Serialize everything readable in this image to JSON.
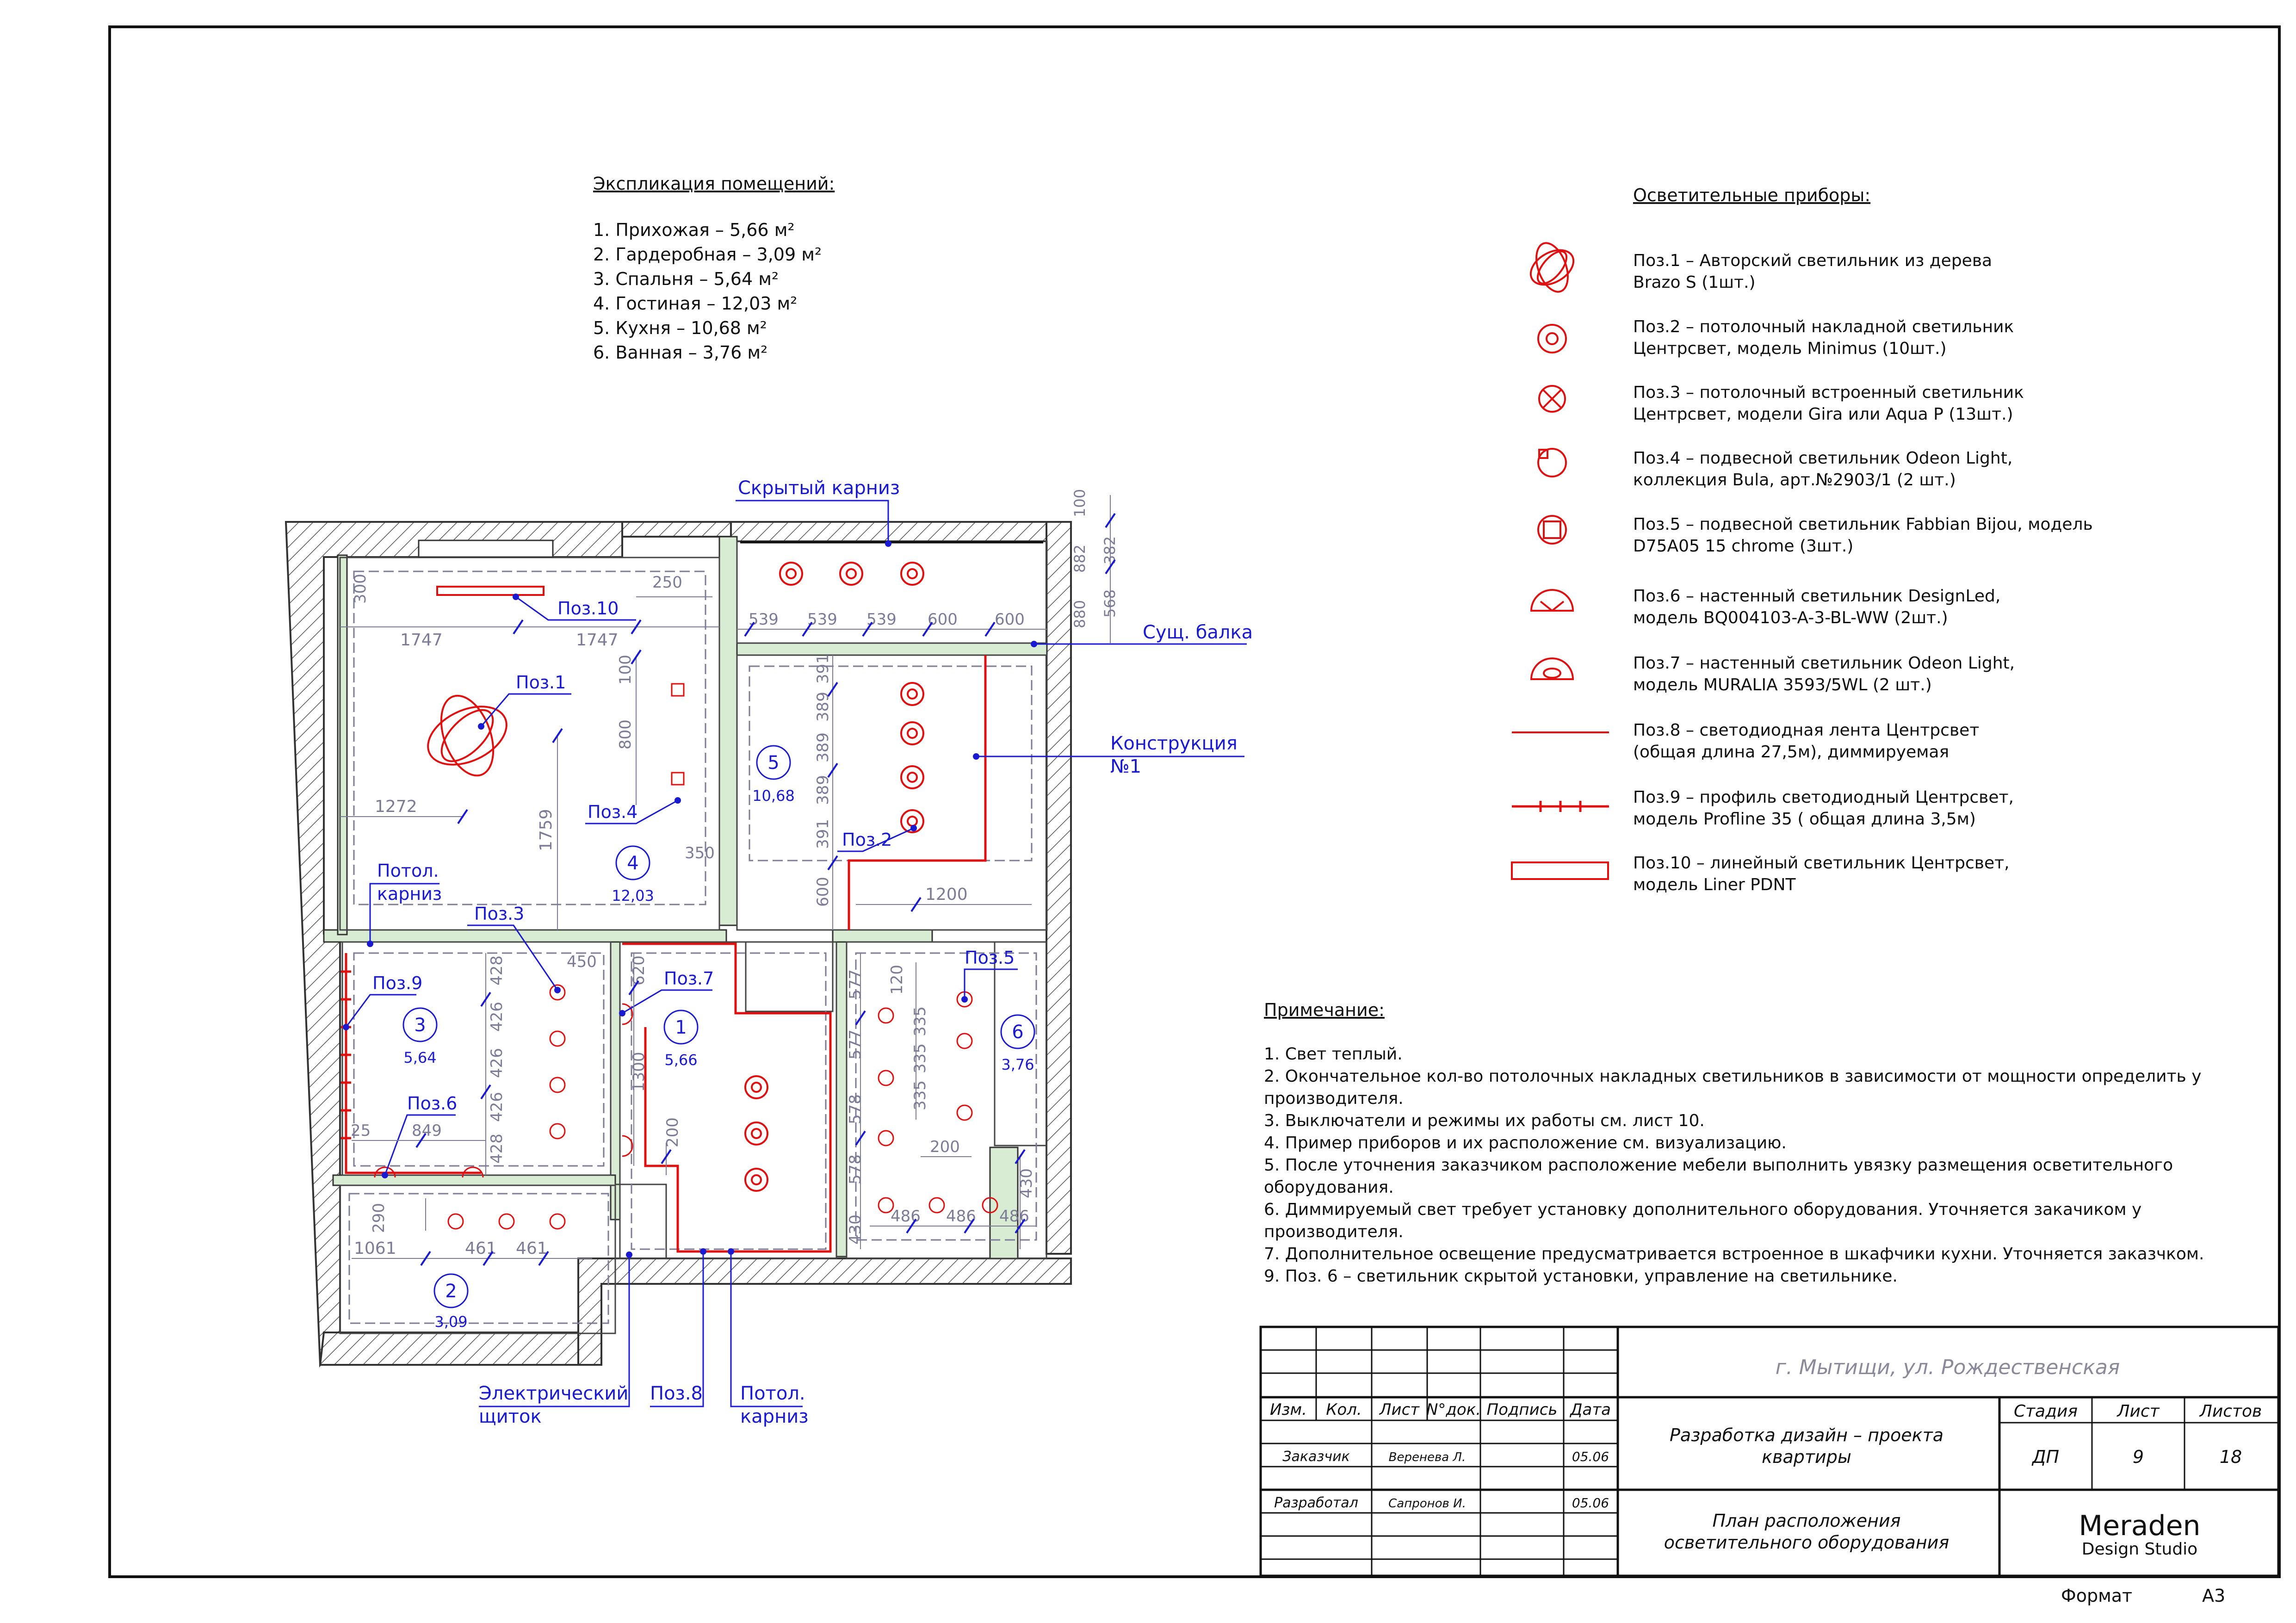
{
  "explication": {
    "title": "Экспликация помещений:",
    "items": [
      "1. Прихожая – 5,66 м²",
      "2. Гардеробная – 3,09 м²",
      "3. Спальня – 5,64 м²",
      "4. Гостиная – 12,03 м²",
      "5. Кухня – 10,68 м²",
      "6. Ванная – 3,76 м²"
    ]
  },
  "legend": {
    "title": "Осветительные приборы:",
    "items": [
      {
        "icon": "decorative-pendant-icon",
        "line1": "Поз.1 – Авторский светильник из дерева",
        "line2": "Brazo S (1шт.)"
      },
      {
        "icon": "surface-ceiling-light-icon",
        "line1": "Поз.2 – потолочный накладной светильник",
        "line2": "Центрсвет, модель Minimus (10шт.)"
      },
      {
        "icon": "recessed-light-icon",
        "line1": "Поз.3 – потолочный встроенный светильник",
        "line2": "Центрсвет, модели Gira или Aqua P (13шт.)"
      },
      {
        "icon": "pendant-bula-icon",
        "line1": "Поз.4 – подвесной светильник Odeon Light,",
        "line2": "коллекция Bula, арт.№2903/1 (2 шт.)"
      },
      {
        "icon": "pendant-bijou-icon",
        "line1": "Поз.5 – подвесной светильник Fabbian Bijou, модель",
        "line2": "D75A05 15 chrome (3шт.)"
      },
      {
        "icon": "wall-light-designled-icon",
        "line1": "Поз.6 – настенный светильник DesignLed,",
        "line2": "модель BQ004103-A-3-BL-WW (2шт.)"
      },
      {
        "icon": "wall-light-muralia-icon",
        "line1": "Поз.7 – настенный светильник Odeon Light,",
        "line2": "модель MURALIA 3593/5WL (2 шт.)"
      },
      {
        "icon": "led-strip-icon",
        "line1": "Поз.8 – светодиодная лента Центрсвет",
        "line2": "(общая длина 27,5м), диммируемая"
      },
      {
        "icon": "led-profile-icon",
        "line1": "Поз.9 – профиль светодиодный Центрсвет,",
        "line2": "модель Profline 35 ( общая длина 3,5м)"
      },
      {
        "icon": "linear-light-icon",
        "line1": "Поз.10 – линейный светильник Центрсвет,",
        "line2": "модель Liner PDNT"
      }
    ]
  },
  "notes": {
    "title": "Примечание:",
    "lines": [
      "1. Свет теплый.",
      "2. Окончательное кол-во потолочных накладных светильников в зависимости от мощности определить у",
      "производителя.",
      "3. Выключатели и режимы их работы см. лист 10.",
      "4. Пример приборов и их расположение см. визуализацию.",
      "5. После уточнения заказчиком расположение мебели выполнить увязку размещения осветительного",
      "оборудования.",
      "6. Диммируемый свет требует установку дополнительного оборудования. Уточняется закачиком у",
      "производителя.",
      "7. Дополнительное освещение предусматривается встроенное в шкафчики кухни. Уточняется заказчком.",
      "9. Поз. 6 – светильник скрытой установки, управление на светильнике."
    ]
  },
  "plan": {
    "rooms": [
      {
        "num": "1",
        "area": "5,66"
      },
      {
        "num": "2",
        "area": "3,09"
      },
      {
        "num": "3",
        "area": "5,64"
      },
      {
        "num": "4",
        "area": "12,03"
      },
      {
        "num": "5",
        "area": "10,68"
      },
      {
        "num": "6",
        "area": "3,76"
      }
    ],
    "callouts": {
      "hidden_cornice": "Скрытый карниз",
      "beam": "Сущ. балка",
      "construction_1": "Конструкция",
      "construction_2": "№1",
      "ceiling_cornice_1": "Потол.",
      "ceiling_cornice_2": "карниз",
      "panel_1": "Электрический",
      "panel_2": "щиток",
      "poz8": "Поз.8",
      "bottom_cornice_1": "Потол.",
      "bottom_cornice_2": "карниз",
      "poz1": "Поз.1",
      "poz2": "Поз.2",
      "poz3": "Поз.3",
      "poz4": "Поз.4",
      "poz5": "Поз.5",
      "poz6": "Поз.6",
      "poz7": "Поз.7",
      "poz9": "Поз.9",
      "poz10": "Поз.10"
    },
    "dimensions": {
      "d300": "300",
      "d250": "250",
      "d1747a": "1747",
      "d1747b": "1747",
      "d100v": "100",
      "d800": "800",
      "d1272": "1272",
      "d1759": "1759",
      "d350": "350",
      "d539a": "539",
      "d539b": "539",
      "d539c": "539",
      "d600a": "600",
      "d600b": "600",
      "d100top": "100",
      "d382": "382",
      "d882": "882",
      "d568": "568",
      "d880": "880",
      "d391a": "391",
      "d389a": "389",
      "d389b": "389",
      "d389c": "389",
      "d391b": "391",
      "d600v": "600",
      "d1200": "1200",
      "d450": "450",
      "d428a": "428",
      "d426a": "426",
      "d426b": "426",
      "d426c": "426",
      "d428b": "428",
      "d25": "25",
      "d849": "849",
      "d620": "620",
      "d1300": "1300",
      "d200a": "200",
      "d120": "120",
      "d577a": "577",
      "d577b": "577",
      "d578a": "578",
      "d578b": "578",
      "d430a": "430",
      "d335a": "335",
      "d335b": "335",
      "d335c": "335",
      "d200b": "200",
      "d430b": "430",
      "d486a": "486",
      "d486b": "486",
      "d486c": "486",
      "d290": "290",
      "d1061": "1061",
      "d461a": "461",
      "d461b": "461"
    }
  },
  "title_block": {
    "address": "г. Мытищи, ул. Рождественская",
    "headers": {
      "izm": "Изм.",
      "kol": "Кол.",
      "list": "Лист",
      "ndok": "N°док.",
      "podpis": "Подпись",
      "data": "Дата"
    },
    "customer_role": "Заказчик",
    "customer_name": "Веренева Л.",
    "customer_date": "05.06",
    "developer_role": "Разработал",
    "developer_name": "Сапронов И.",
    "developer_date": "05.06",
    "project_line1": "Разработка дизайн – проекта",
    "project_line2": "квартиры",
    "sheet_title_line1": "План расположения",
    "sheet_title_line2": "осветительного оборудования",
    "stage_label": "Стадия",
    "sheet_label": "Лист",
    "sheets_label": "Листов",
    "stage": "ДП",
    "sheet": "9",
    "sheets": "18",
    "studio_name": "Meraden",
    "studio_sub": "Design Studio"
  },
  "format": {
    "label": "Формат",
    "value": "А3"
  },
  "colors": {
    "wall": "#4f4f4f",
    "furniture_wall": "#d8ecd3",
    "fixture": "#e01010",
    "annotation": "#1a1ad0",
    "dimension": "#7c7c96"
  }
}
